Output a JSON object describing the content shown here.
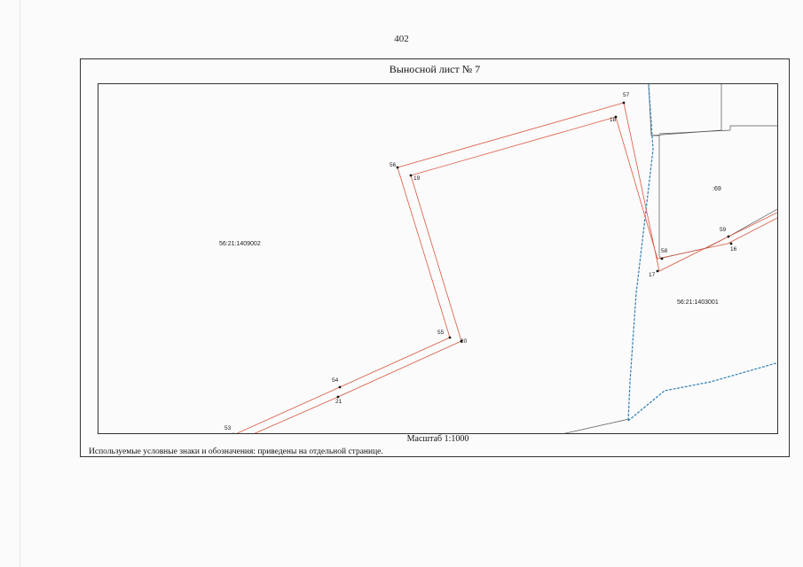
{
  "page": {
    "number": "402",
    "title": "Выносной лист № 7",
    "scale": "Масштаб 1:1000",
    "legend": "Используемые условные знаки и обозначения: приведены на отдельной странице."
  },
  "colors": {
    "parcel_line": "#d9573f",
    "blue_boundary": "#2f7fb3",
    "gray_line": "#555555"
  },
  "cadastral_labels": {
    "block_west": "56:21:1409002",
    "block_east": "56:21:1403001",
    "parcel_69": ":69"
  },
  "points": {
    "p16": "16",
    "p17": "17",
    "p18": "18",
    "p19": "19",
    "p20": "20",
    "p21": "21",
    "p53": "53",
    "p54": "54",
    "p55": "55",
    "p56": "56",
    "p57": "57",
    "p58": "58",
    "p59": "59"
  }
}
